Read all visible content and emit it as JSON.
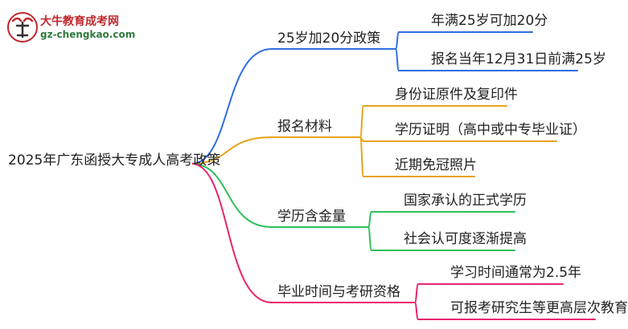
{
  "logo": {
    "title": "大牛教育成考网",
    "url": "gz-chengkao.com",
    "mark_glyph": "大牛"
  },
  "colors": {
    "blue": "#2f6de0",
    "orange": "#e8a317",
    "green": "#2dbf58",
    "pink": "#e8246e",
    "text": "#222222"
  },
  "mindmap": {
    "root": "2025年广东函授大专成人高考政策",
    "branches": [
      {
        "label": "25岁加20分政策",
        "color": "blue",
        "children": [
          "年满25岁可加20分",
          "报名当年12月31日前满25岁"
        ]
      },
      {
        "label": "报名材料",
        "color": "orange",
        "children": [
          "身份证原件及复印件",
          "学历证明（高中或中专毕业证）",
          "近期免冠照片"
        ]
      },
      {
        "label": "学历含金量",
        "color": "green",
        "children": [
          "国家承认的正式学历",
          "社会认可度逐渐提高"
        ]
      },
      {
        "label": "毕业时间与考研资格",
        "color": "pink",
        "children": [
          "学习时间通常为2.5年",
          "可报考研究生等更高层次教育"
        ]
      }
    ]
  }
}
